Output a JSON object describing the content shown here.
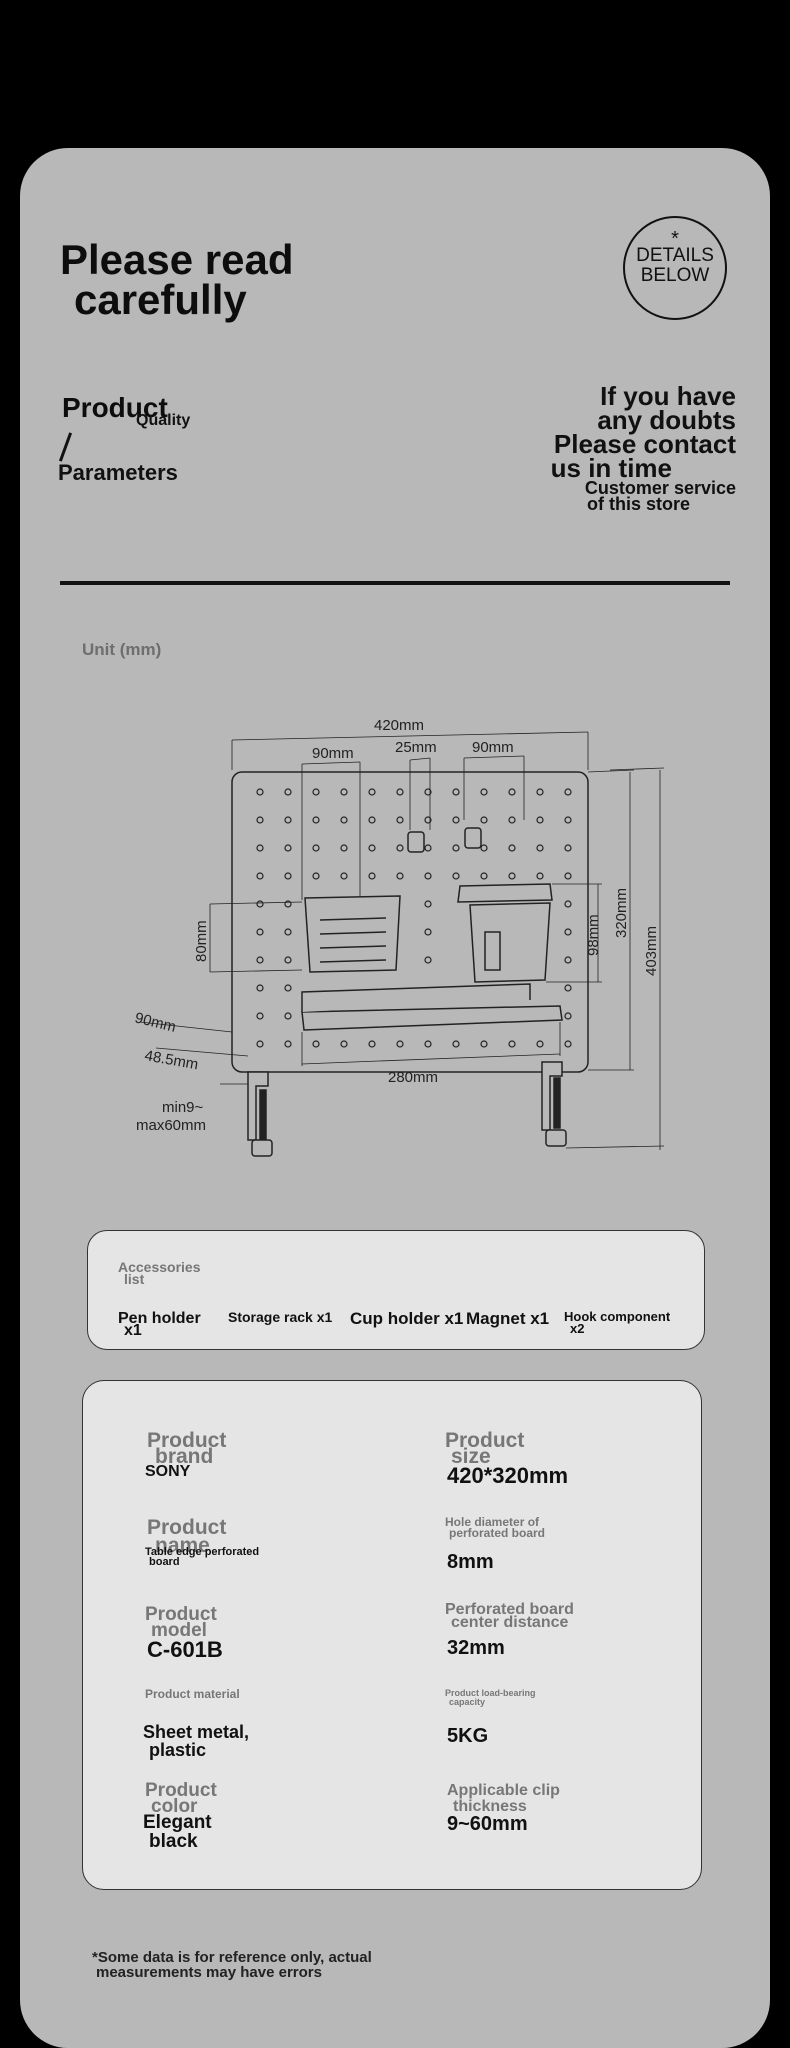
{
  "header": {
    "title_line1": "Please read",
    "title_line2": "carefully",
    "badge_star": "*",
    "badge_line1": "DETAILS",
    "badge_line2": "BELOW"
  },
  "intro": {
    "product": "Product",
    "quality": "Quality",
    "parameters": "Parameters",
    "doubt_line1": "If you have",
    "doubt_line2": "any doubts",
    "doubt_line3": "Please contact",
    "doubt_line4": "us in time",
    "doubt_line5": "Customer service",
    "doubt_line6": "of this store"
  },
  "diagram": {
    "unit": "Unit (mm)",
    "dim_width": "420mm",
    "dim_left_holder": "90mm",
    "dim_hook": "25mm",
    "dim_right_holder": "90mm",
    "dim_holder_height": "80mm",
    "dim_cup_height": "98mm",
    "dim_board_height": "320mm",
    "dim_total_height": "403mm",
    "dim_depth1": "90mm",
    "dim_depth2": "48.5mm",
    "dim_rack": "280mm",
    "dim_clip_min": "min9~",
    "dim_clip_max": "max60mm"
  },
  "accessories": {
    "title_line1": "Accessories",
    "title_line2": "list",
    "items": [
      {
        "line1": "Pen holder",
        "line2": "x1"
      },
      {
        "line1": "Storage rack x1",
        "line2": ""
      },
      {
        "line1": "Cup holder x1",
        "line2": ""
      },
      {
        "line1": "Magnet x1",
        "line2": ""
      },
      {
        "line1": "Hook component",
        "line2": "x2"
      }
    ]
  },
  "params": {
    "brand_l1": "Product",
    "brand_l2": "brand",
    "brand_val": "SONY",
    "size_l1": "Product",
    "size_l2": "size",
    "size_val": "420*320mm",
    "name_l1": "Product",
    "name_l2": "name",
    "name_val1": "Table edge perforated",
    "name_val2": "board",
    "hole_l1": "Hole diameter of",
    "hole_l2": "perforated board",
    "hole_val": "8mm",
    "model_l1": "Product",
    "model_l2": "model",
    "model_val": "C-601B",
    "center_l1": "Perforated board",
    "center_l2": "center distance",
    "center_val": "32mm",
    "material_l1": "Product material",
    "material_val1": "Sheet metal,",
    "material_val2": "plastic",
    "load_l1": "Product load-bearing",
    "load_l2": "capacity",
    "load_val": "5KG",
    "color_l1": "Product",
    "color_l2": "color",
    "color_val1": "Elegant",
    "color_val2": "black",
    "clip_l1": "Applicable clip",
    "clip_l2": "thickness",
    "clip_val": "9~60mm"
  },
  "footer": {
    "note_line1": "*Some data is for reference only, actual",
    "note_line2": "measurements may have errors"
  },
  "colors": {
    "card": "#b8b8b8",
    "panel": "#e5e5e5",
    "label": "#777777"
  }
}
